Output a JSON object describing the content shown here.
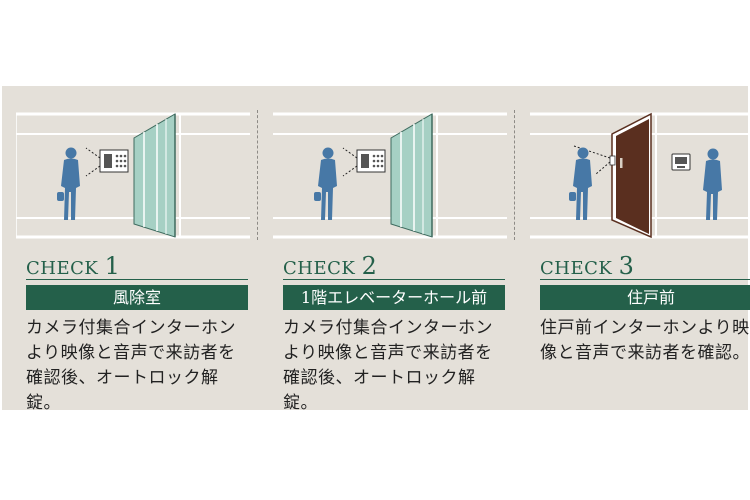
{
  "colors": {
    "panel_background": "#e4e0d9",
    "accent_green": "#24604a",
    "figure_blue": "#4778a6",
    "glass": "#a6d0c4",
    "door": "#5a2f1f"
  },
  "steps": [
    {
      "check_label": "CHECK",
      "check_number": "1",
      "location": "風除室",
      "description": "カメラ付集合インターホンより映像と音声で来訪者を確認後、オートロック解錠。",
      "illustration": [
        "person-icon",
        "intercom-panel-icon",
        "glass-door-icon"
      ]
    },
    {
      "check_label": "CHECK",
      "check_number": "2",
      "location": "1階エレベーターホール前",
      "description": "カメラ付集合インターホンより映像と音声で来訪者を確認後、オートロック解錠。",
      "illustration": [
        "person-icon",
        "intercom-panel-icon",
        "glass-door-icon"
      ]
    },
    {
      "check_label": "CHECK",
      "check_number": "3",
      "location": "住戸前",
      "description": "住戸前インターホンより映像と音声で来訪者を確認。",
      "illustration": [
        "person-icon",
        "front-door-icon",
        "monitor-icon",
        "resident-icon"
      ]
    }
  ]
}
